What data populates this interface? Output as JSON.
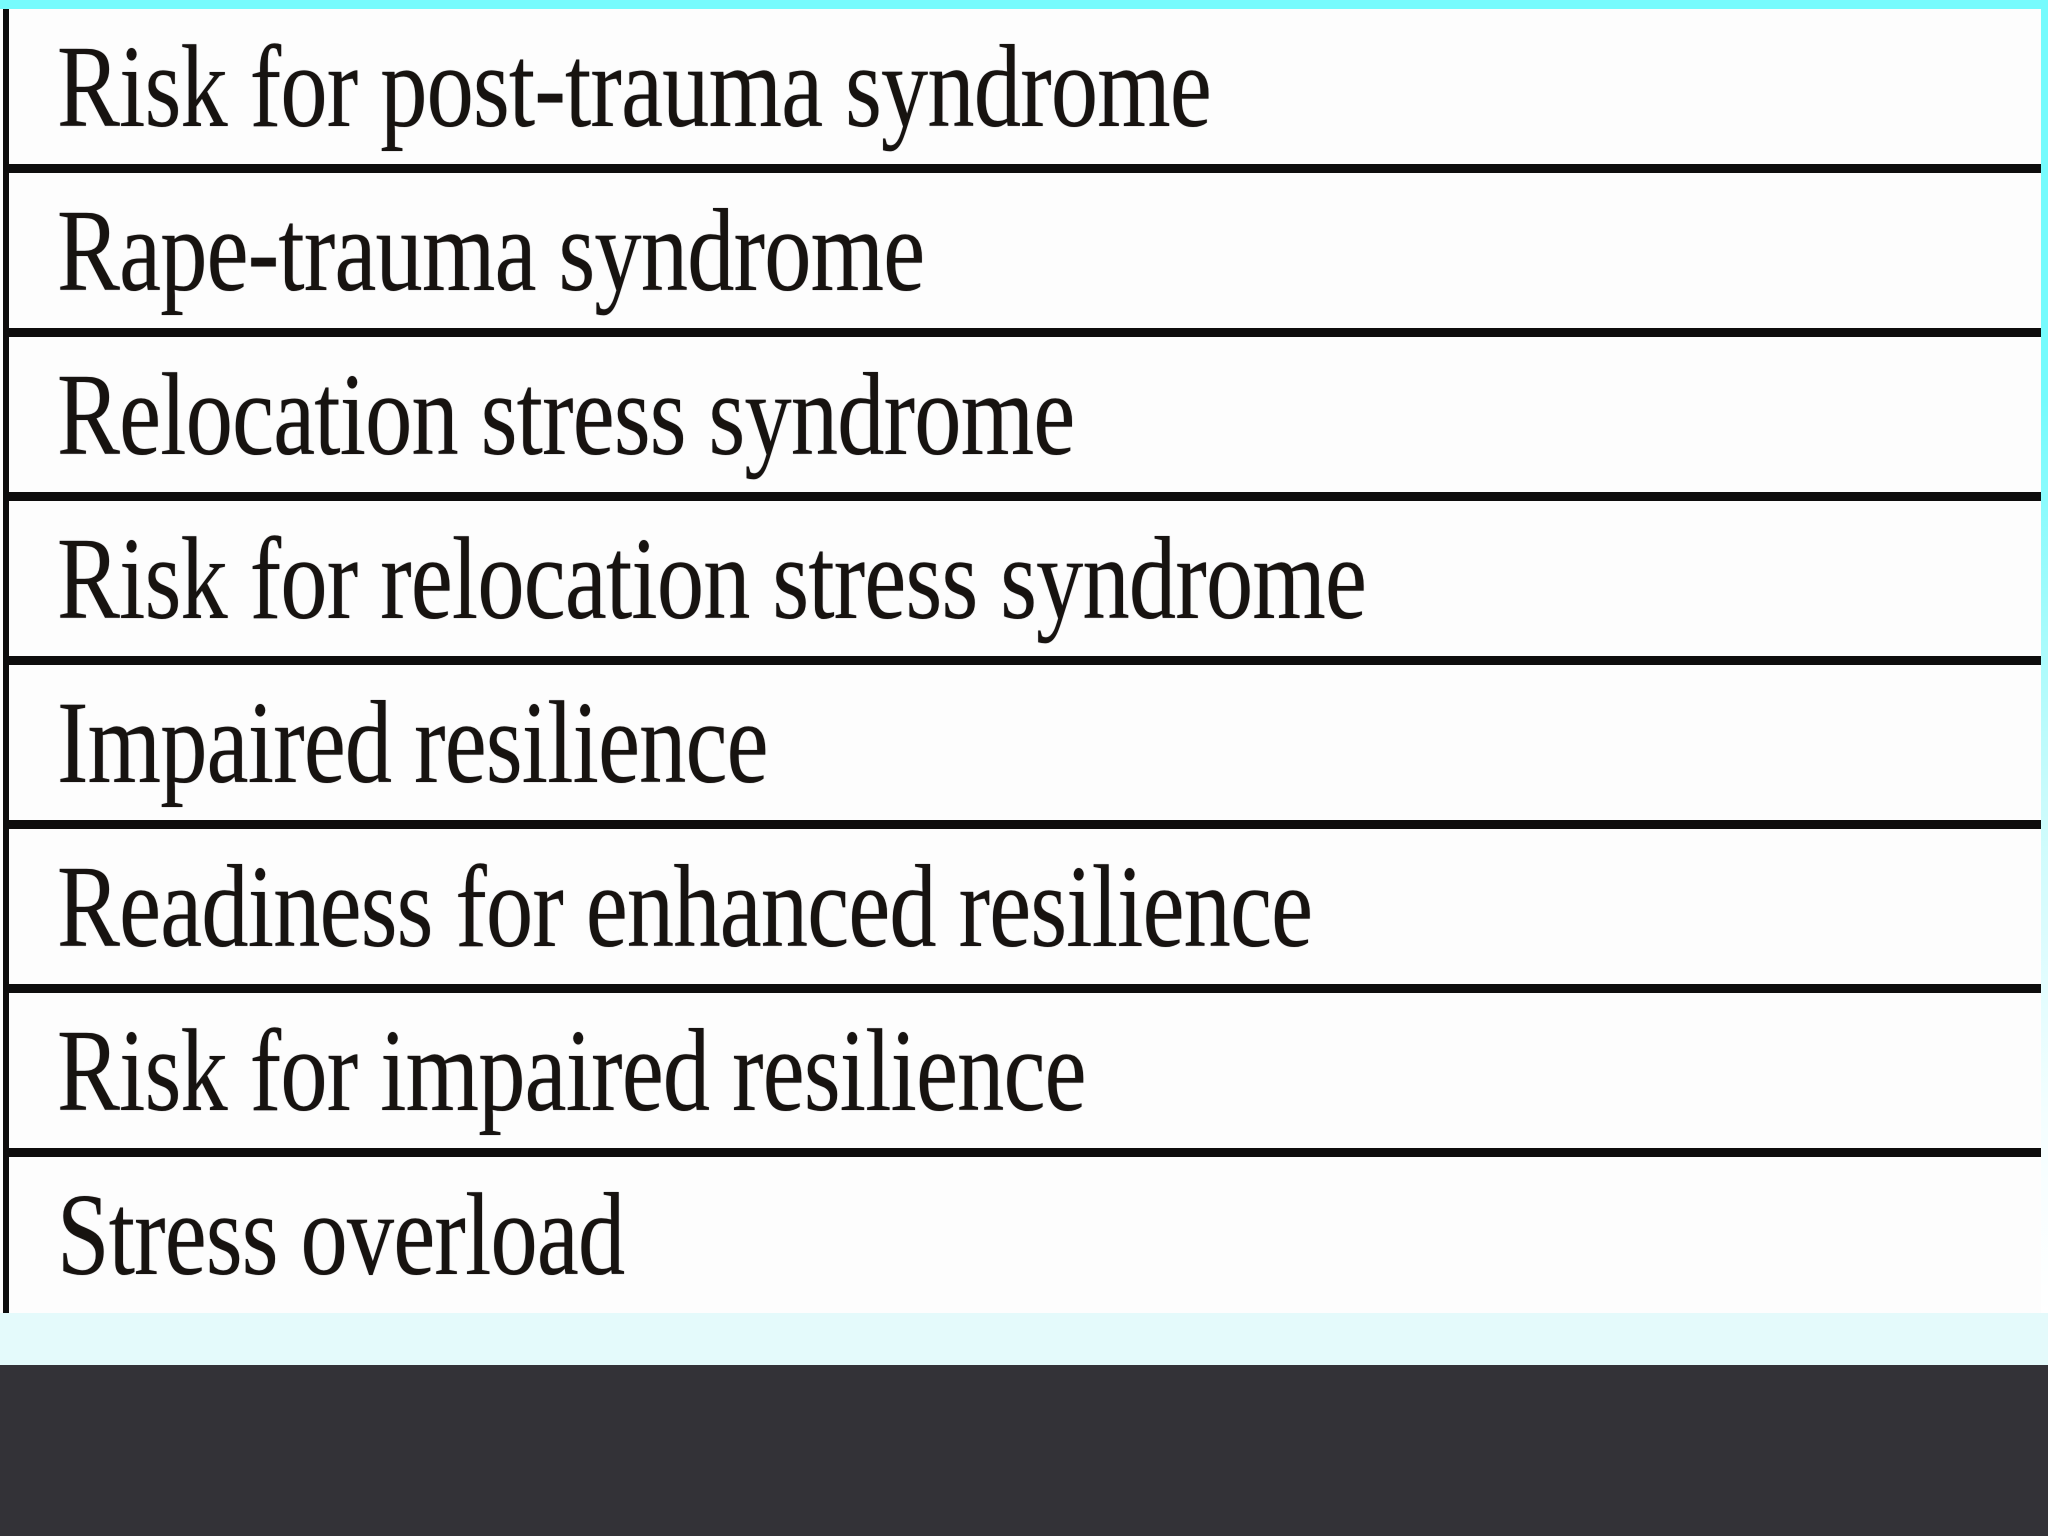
{
  "document": {
    "kind": "table-page-excerpt",
    "table": {
      "rows": [
        {
          "label": "Risk for post-trauma syndrome"
        },
        {
          "label": "Rape-trauma syndrome"
        },
        {
          "label": "Relocation stress syndrome"
        },
        {
          "label": "Risk for relocation stress syndrome"
        },
        {
          "label": "Impaired resilience"
        },
        {
          "label": "Readiness for enhanced resilience"
        },
        {
          "label": "Risk for impaired resilience"
        },
        {
          "label": "Stress overload"
        }
      ]
    }
  },
  "colors": {
    "highlight_cyan": "#76fbfd",
    "pale_cyan": "#e4fafb",
    "dark_bar": "#333237",
    "line_black": "#0e0d0d",
    "text": "#171310",
    "paper": "#fdfdfd"
  }
}
